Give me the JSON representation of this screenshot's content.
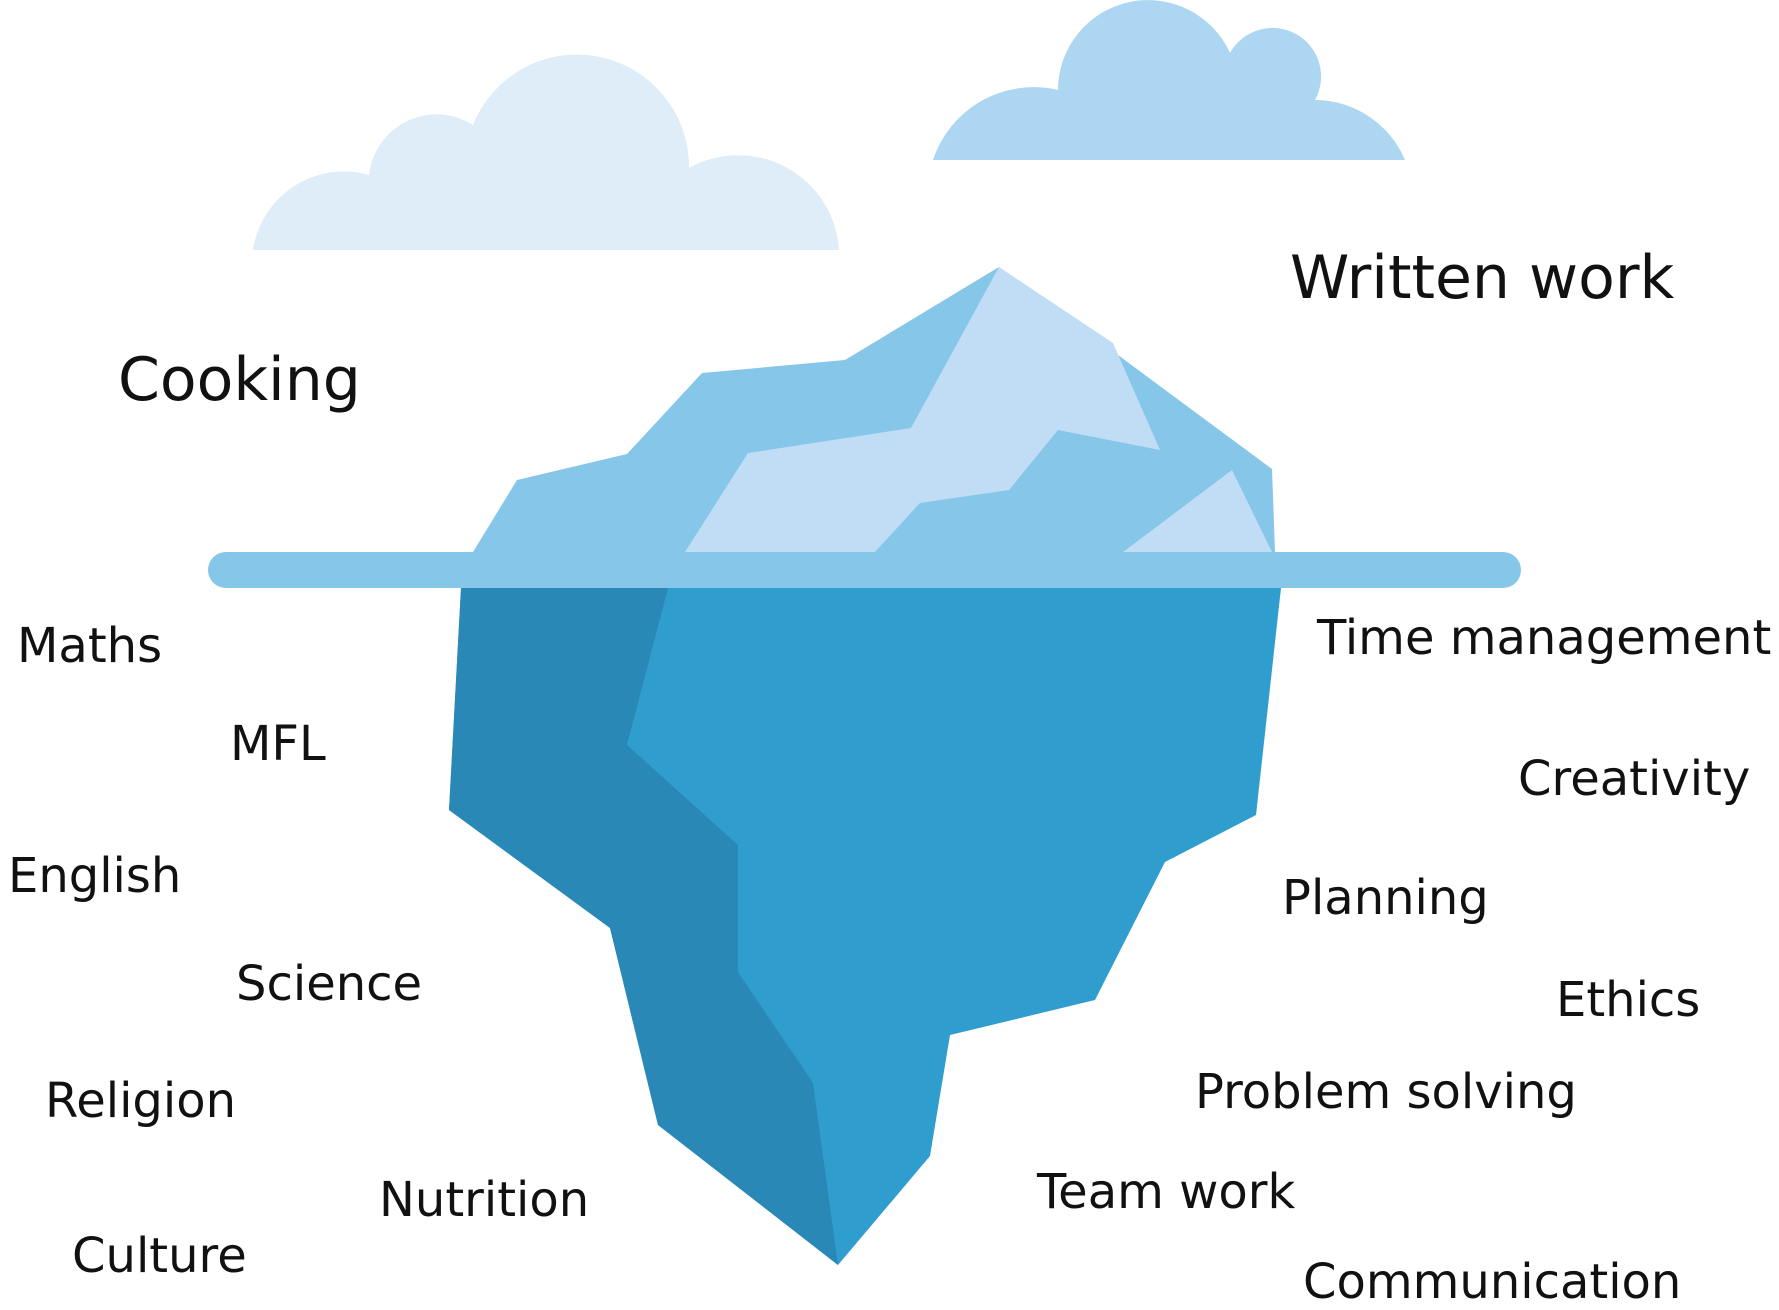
{
  "colors": {
    "cloud_left": "#deedf8",
    "cloud_right": "#acd6f1",
    "waterline": "#85c6e9",
    "iceberg_top": "#85c6e9",
    "iceberg_top_light": "#c0ddf5",
    "iceberg_underwater": "#2f9ecf",
    "iceberg_underwater_dark": "#2a88b6",
    "text": "#111111"
  },
  "above_water": {
    "labels": [
      "Written work",
      "Cooking"
    ]
  },
  "below_water": {
    "left": [
      "Maths",
      "MFL",
      "English",
      "Science",
      "Religion",
      "Nutrition",
      "Culture"
    ],
    "right": [
      "Time management",
      "Creativity",
      "Planning",
      "Ethics",
      "Problem solving",
      "Team work",
      "Communication"
    ]
  }
}
